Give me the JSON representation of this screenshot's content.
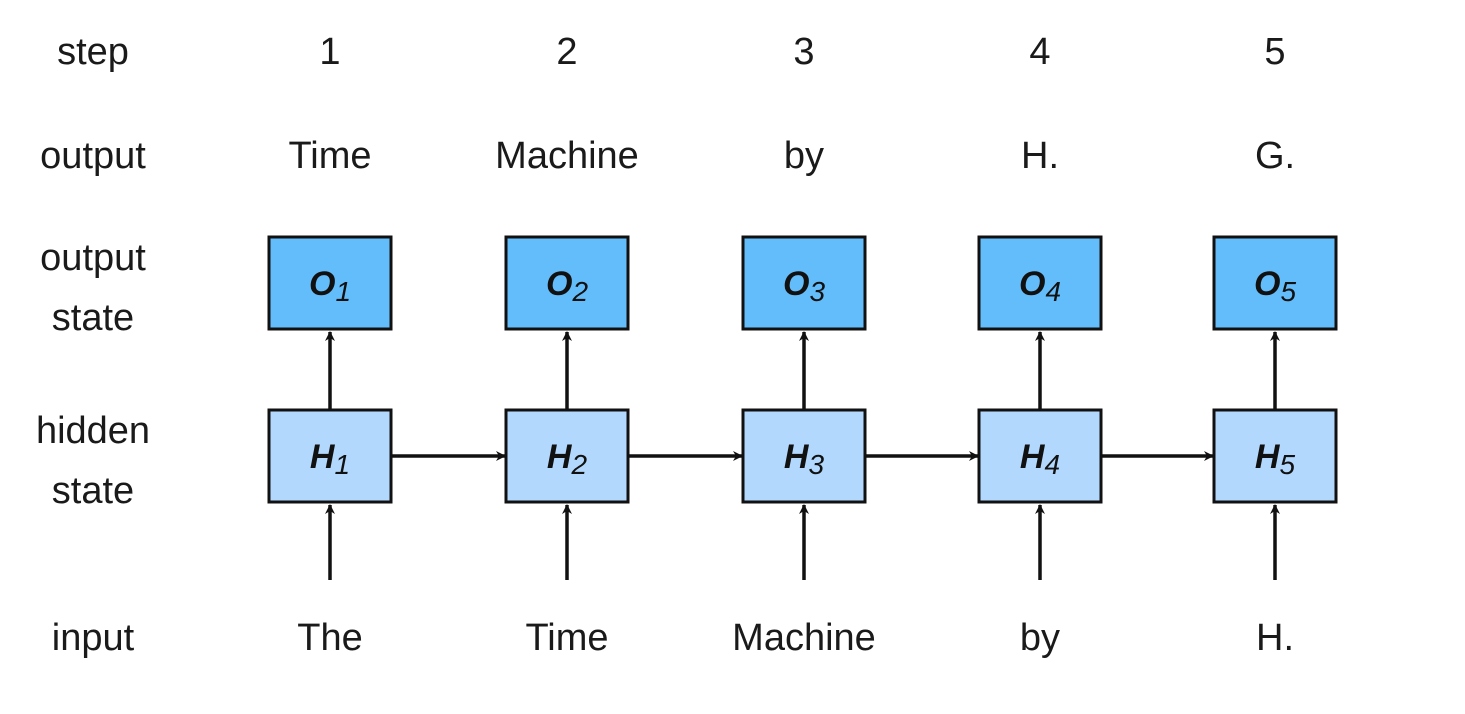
{
  "row_labels": {
    "step": "step",
    "output": "output",
    "output_state": [
      "output",
      "state"
    ],
    "hidden_state": [
      "hidden",
      "state"
    ],
    "input": "input"
  },
  "steps": [
    {
      "step": "1",
      "output": "Time",
      "output_state": {
        "symbol": "O",
        "index": "1"
      },
      "hidden_state": {
        "symbol": "H",
        "index": "1"
      },
      "input": "The"
    },
    {
      "step": "2",
      "output": "Machine",
      "output_state": {
        "symbol": "O",
        "index": "2"
      },
      "hidden_state": {
        "symbol": "H",
        "index": "2"
      },
      "input": "Time"
    },
    {
      "step": "3",
      "output": "by",
      "output_state": {
        "symbol": "O",
        "index": "3"
      },
      "hidden_state": {
        "symbol": "H",
        "index": "3"
      },
      "input": "Machine"
    },
    {
      "step": "4",
      "output": "H.",
      "output_state": {
        "symbol": "O",
        "index": "4"
      },
      "hidden_state": {
        "symbol": "H",
        "index": "4"
      },
      "input": "by"
    },
    {
      "step": "5",
      "output": "G.",
      "output_state": {
        "symbol": "O",
        "index": "5"
      },
      "hidden_state": {
        "symbol": "H",
        "index": "5"
      },
      "input": "H."
    }
  ],
  "colors": {
    "output_state_fill": "#64bdfb",
    "hidden_state_fill": "#b3d8fd",
    "stroke": "#111111"
  }
}
